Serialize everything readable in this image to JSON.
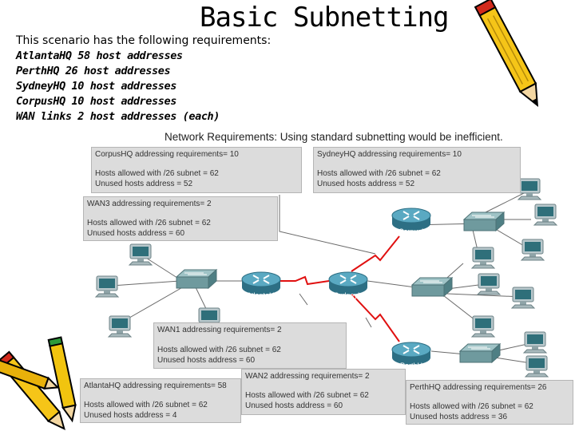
{
  "title": "Basic Subnetting",
  "requirements": {
    "intro": "This scenario has the following requirements:",
    "lines": [
      "AtlantaHQ 58 host addresses",
      "PerthHQ 26 host addresses",
      "SydneyHQ 10 host addresses",
      "CorpusHQ 10 host addresses",
      "WAN links 2 host addresses (each)"
    ]
  },
  "diagram": {
    "title": "Network Requirements: Using standard subnetting would be inefficient.",
    "boxes": {
      "corpus": [
        "CorpusHQ addressing requirements= 10",
        "Hosts allowed with /26 subnet = 62",
        "Unused hosts address = 52"
      ],
      "sydney": [
        "SydneyHQ addressing requirements= 10",
        "Hosts allowed with /26 subnet = 62",
        "Unused hosts address = 52"
      ],
      "wan3": [
        "WAN3 addressing requirements= 2",
        "Hosts allowed with /26 subnet = 62",
        "Unused hosts address = 60"
      ],
      "wan1": [
        "WAN1 addressing requirements= 2",
        "Hosts allowed with /26 subnet = 62",
        "Unused hosts address = 60"
      ],
      "wan2": [
        "WAN2 addressing requirements= 2",
        "Hosts allowed with /26 subnet = 62",
        "Unused hosts address = 60"
      ],
      "atlanta": [
        "AtlantaHQ addressing requirements= 58",
        "Hosts allowed with /26 subnet = 62",
        "Unused hosts address = 4"
      ],
      "perth": [
        "PerthHQ addressing requirements= 26",
        "Hosts allowed with /26 subnet = 62",
        "Unused hosts address = 36"
      ]
    },
    "routers": {
      "corpus": "CorpusHQ",
      "atlanta": "AtlantaHQ",
      "sydney": "SydneyHQ",
      "perth": "PerthHQ"
    }
  },
  "colors": {
    "box_bg": "#dcdcdc",
    "router": "#3e8fa8",
    "wan_link": "#e01010",
    "switch": "#6f9a9e",
    "pencil_yellow": "#f5c518",
    "pencil_tip": "#d22a1c"
  },
  "icons": [
    "pencil-icon",
    "pencils-clipart-icon",
    "router-icon",
    "switch-icon",
    "computer-icon"
  ]
}
